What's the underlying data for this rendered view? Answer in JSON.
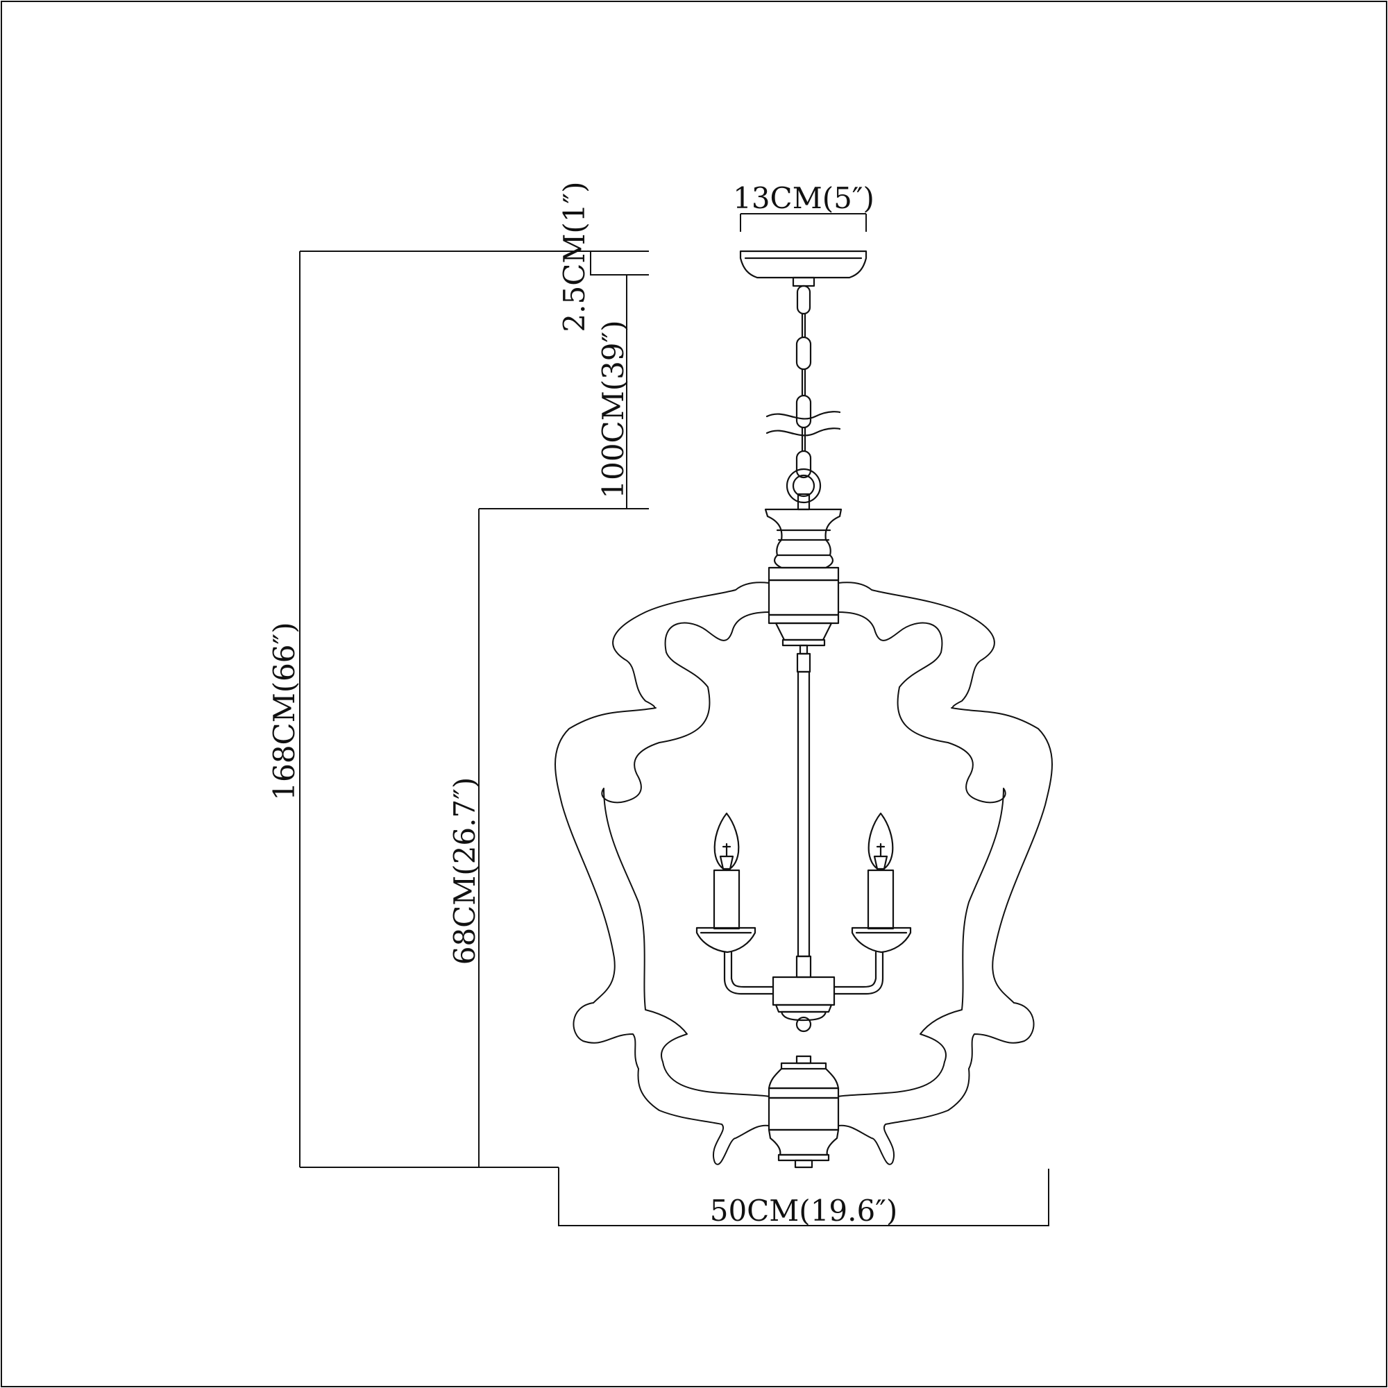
{
  "diagram": {
    "dimensions": {
      "canopy_width": "13CM(5″)",
      "canopy_height": "2.5CM(1″)",
      "chain_length": "100CM(39″)",
      "overall_height": "168CM(66″)",
      "body_height": "68CM(26.7″)",
      "body_width": "50CM(19.6″)"
    }
  }
}
